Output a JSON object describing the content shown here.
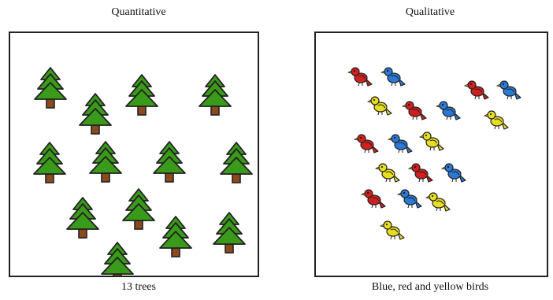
{
  "left": {
    "title": "Quantitative",
    "caption": "13 trees",
    "tree_count": 13,
    "tree_color": "#3a9a1a",
    "trunk_color": "#8a4a1e"
  },
  "right": {
    "title": "Qualitative",
    "caption": "Blue, red and yellow birds",
    "bird_colors": {
      "red": "#d41f1f",
      "blue": "#2b79d6",
      "yellow": "#e6de1e"
    },
    "birds": [
      "red",
      "blue",
      "red",
      "blue",
      "yellow",
      "red",
      "blue",
      "yellow",
      "red",
      "blue",
      "yellow",
      "yellow",
      "red",
      "blue",
      "red",
      "blue",
      "yellow",
      "yellow"
    ]
  }
}
